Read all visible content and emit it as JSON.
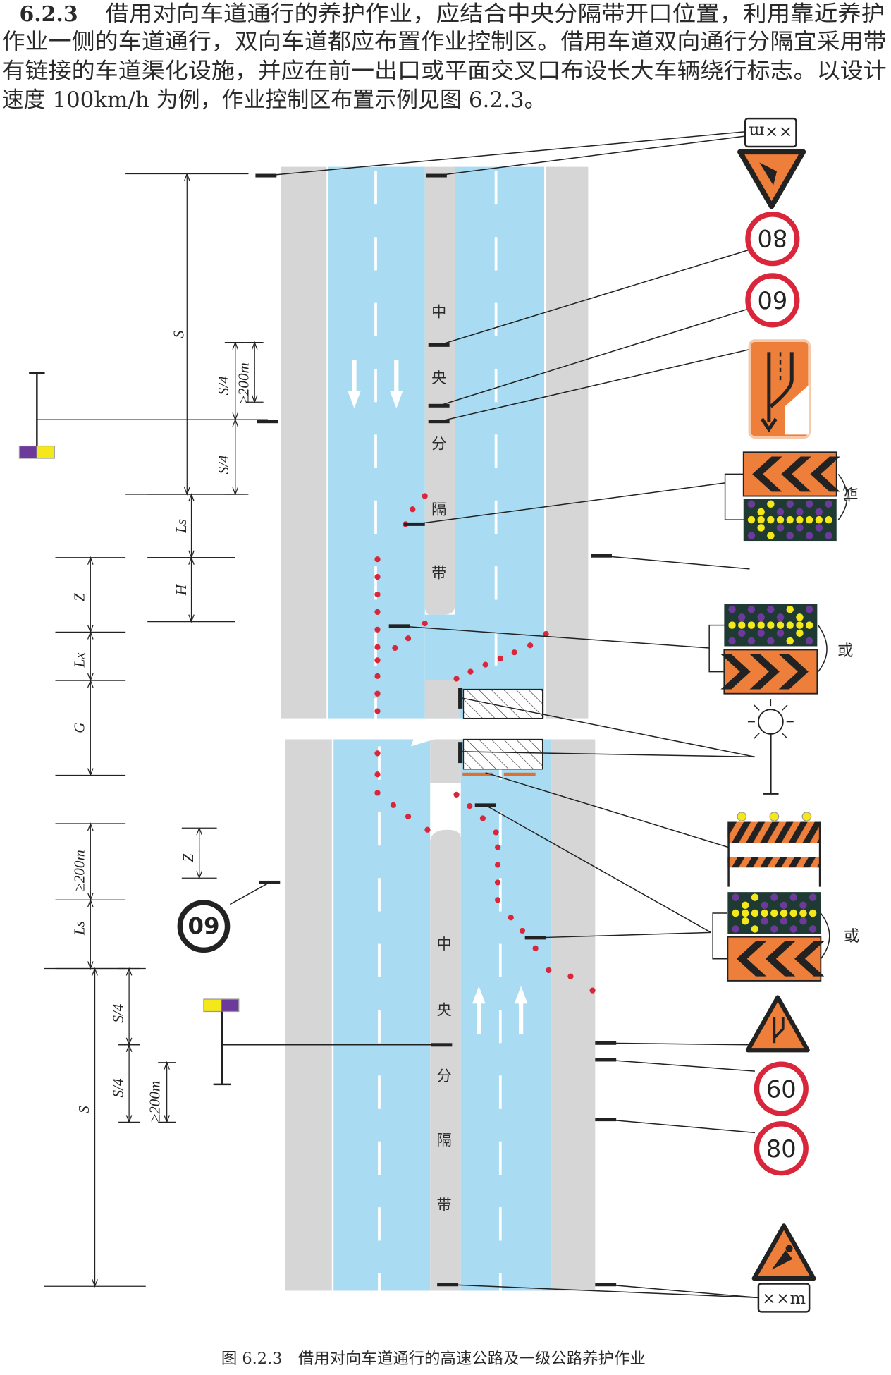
{
  "section": {
    "number": "6.2.3",
    "lines": [
      "借用对向车道通行的养护作业，应结合中央分隔带开口位置，利用靠近养护",
      "作业一侧的车道通行，双向车道都应布置作业控制区。借用车道双向通行分隔宜采用带",
      "有链接的车道渠化设施，并应在前一出口或平面交叉口布设长大车辆绕行标志。以设计",
      "速度 100km/h 为例，作业控制区布置示例见图 6.2.3。"
    ]
  },
  "figure": {
    "caption": "图 6.2.3　借用对向车道通行的高速公路及一级公路养护作业",
    "median_label_top": [
      "中",
      "央",
      "分",
      "隔",
      "带"
    ],
    "median_label_bottom": [
      "中",
      "央",
      "分",
      "隔",
      "带"
    ],
    "dimensions": {
      "S": "S",
      "S4": "S/4",
      "ge200": "≥200m",
      "Ls": "Ls",
      "H": "H",
      "Z": "Z",
      "Lx": "Lx",
      "G": "G"
    },
    "signs": {
      "distance_plate": "××m",
      "speed_80": "80",
      "speed_60": "60",
      "or": "或"
    },
    "colors": {
      "lane": "#a9dcf3",
      "shoulder": "#d6d6d6",
      "cone": "#d9263a",
      "orange": "#ee7f3b",
      "sign_red": "#d9263a",
      "purple": "#6b3a9a",
      "yellow": "#f4e81a"
    }
  }
}
